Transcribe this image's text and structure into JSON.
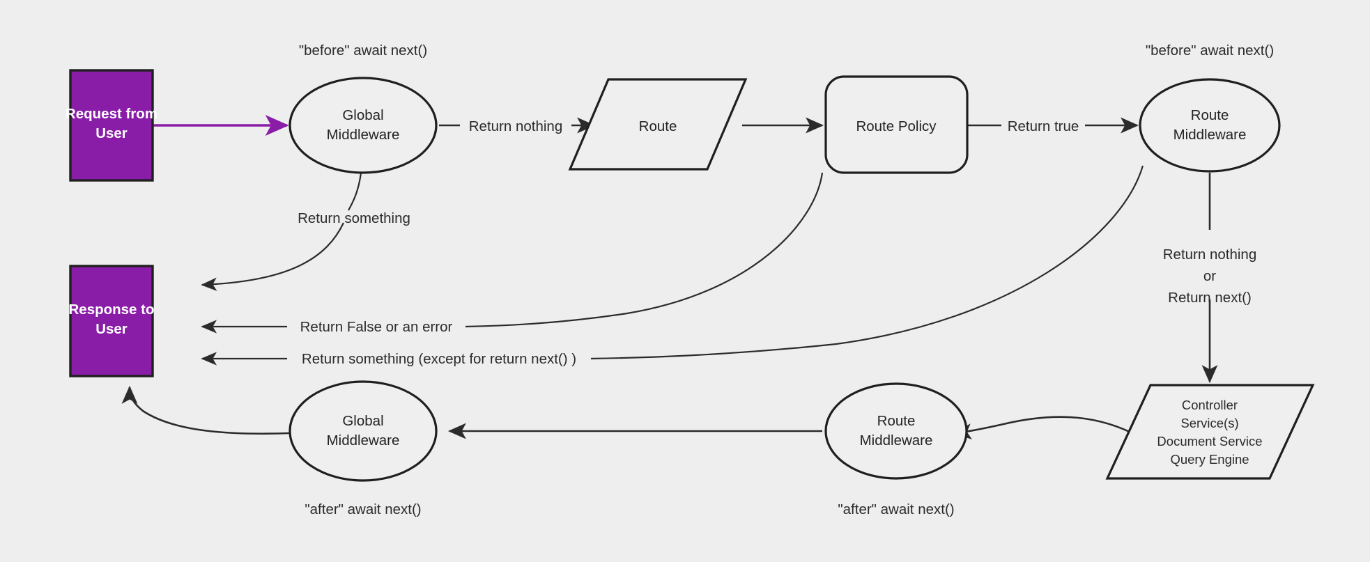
{
  "diagram": {
    "title": "Request lifecycle middleware flow",
    "background_color": "#eeeeee",
    "accent_color": "#8a1da8",
    "stroke_color": "#1f1f1f",
    "nodes": {
      "request_from_user": {
        "label_line1": "Request from",
        "label_line2": "User",
        "shape": "rectangle",
        "fill": "#8a1da8"
      },
      "response_to_user": {
        "label_line1": "Response to",
        "label_line2": "User",
        "shape": "rectangle",
        "fill": "#8a1da8"
      },
      "global_middleware_top": {
        "label_line1": "Global",
        "label_line2": "Middleware",
        "shape": "ellipse"
      },
      "route": {
        "label": "Route",
        "shape": "parallelogram"
      },
      "route_policy": {
        "label": "Route Policy",
        "shape": "rounded-rectangle"
      },
      "route_middleware_top": {
        "label_line1": "Route",
        "label_line2": "Middleware",
        "shape": "ellipse"
      },
      "handler": {
        "line1": "Controller",
        "line2": "Service(s)",
        "line3": "Document Service",
        "line4": "Query Engine",
        "shape": "parallelogram"
      },
      "route_middleware_bottom": {
        "label_line1": "Route",
        "label_line2": "Middleware",
        "shape": "ellipse"
      },
      "global_middleware_bottom": {
        "label_line1": "Global",
        "label_line2": "Middleware",
        "shape": "ellipse"
      }
    },
    "annotations": {
      "before_await_next_global": "\"before\" await next()",
      "before_await_next_route": "\"before\" await next()",
      "after_await_next_global": "\"after\" await next()",
      "after_await_next_route": "\"after\" await next()"
    },
    "edges": {
      "request_to_global": {
        "label": ""
      },
      "global_to_route": {
        "label": "Return nothing"
      },
      "global_to_response": {
        "label": "Return something"
      },
      "route_to_policy": {
        "label": ""
      },
      "policy_to_route_middleware": {
        "label": "Return true"
      },
      "policy_to_response": {
        "label": "Return False or an error"
      },
      "route_middleware_to_response": {
        "label": "Return something (except for return next() )"
      },
      "route_middleware_to_handler_line1": "Return nothing",
      "route_middleware_to_handler_line2": "or",
      "route_middleware_to_handler_line3": "Return next()",
      "handler_to_route_middleware_bottom": {
        "label": ""
      },
      "route_middleware_bottom_to_global_bottom": {
        "label": ""
      },
      "global_bottom_to_response": {
        "label": ""
      }
    }
  }
}
